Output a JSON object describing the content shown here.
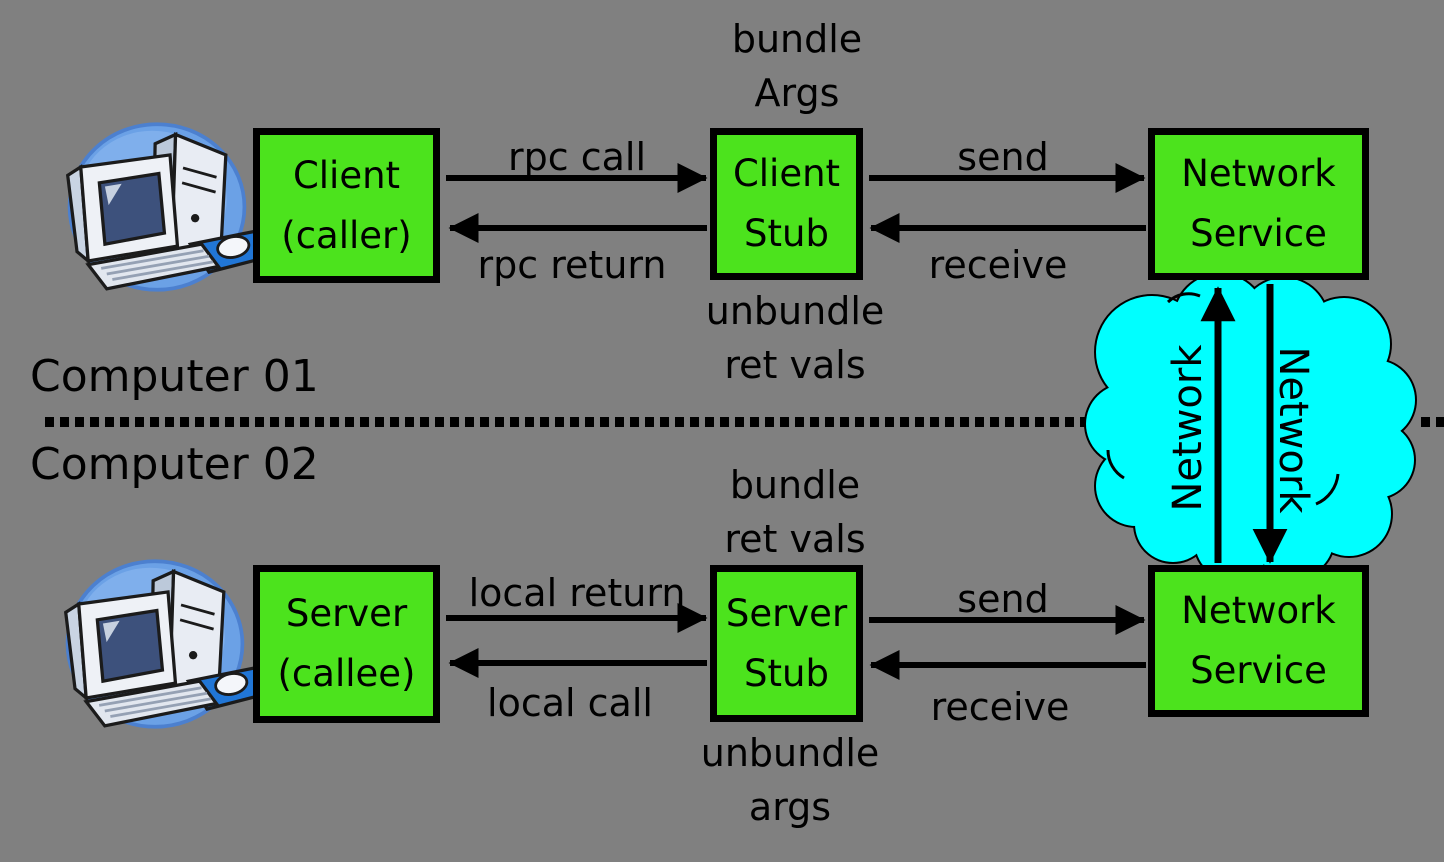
{
  "colors": {
    "background": "#808080",
    "box_fill": "#4ce31d",
    "cloud_fill": "#00ffff",
    "outline": "#000000",
    "text": "#000000"
  },
  "computer_01": {
    "label": "Computer 01",
    "client": {
      "line1": "Client",
      "line2": "(caller)"
    },
    "client_stub": {
      "line1": "Client",
      "line2": "Stub"
    },
    "network_service": {
      "line1": "Network",
      "line2": "Service"
    },
    "arrows": {
      "rpc_call": "rpc call",
      "rpc_return": "rpc return",
      "send": "send",
      "receive": "receive"
    },
    "stub_note_above": {
      "line1": "bundle",
      "line2": "Args"
    },
    "stub_note_below": {
      "line1": "unbundle",
      "line2": "ret vals"
    }
  },
  "computer_02": {
    "label": "Computer 02",
    "server": {
      "line1": "Server",
      "line2": "(callee)"
    },
    "server_stub": {
      "line1": "Server",
      "line2": "Stub"
    },
    "network_service": {
      "line1": "Network",
      "line2": "Service"
    },
    "arrows": {
      "local_return": "local return",
      "local_call": "local call",
      "send": "send",
      "receive": "receive"
    },
    "stub_note_above": {
      "line1": "bundle",
      "line2": "ret vals"
    },
    "stub_note_below": {
      "line1": "unbundle",
      "line2": "args"
    }
  },
  "cloud": {
    "label_left": "Network",
    "label_right": "Network"
  }
}
